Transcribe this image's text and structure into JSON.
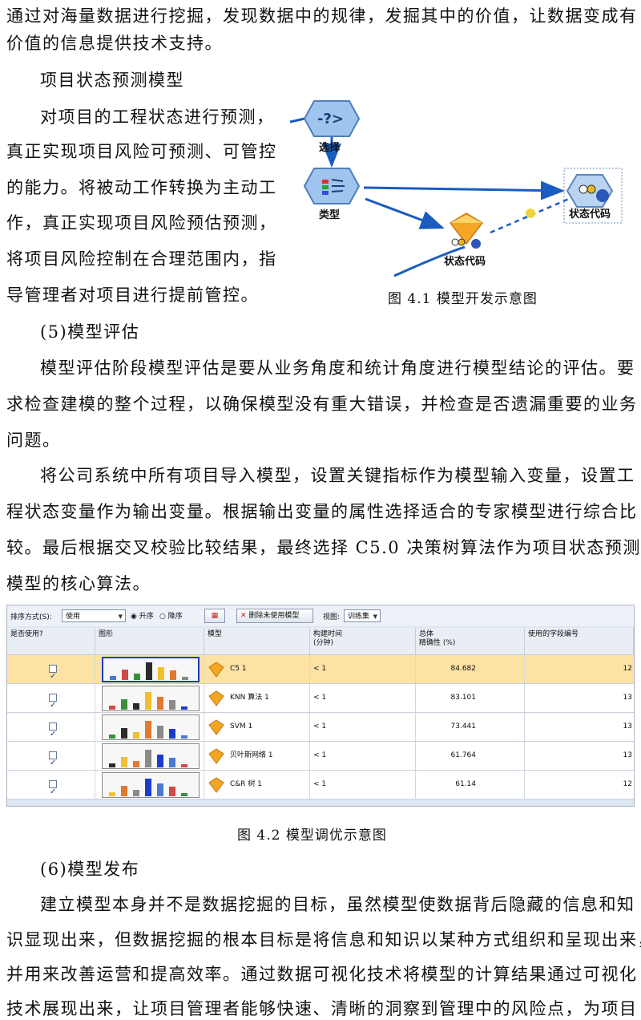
{
  "paragraphs": {
    "p1a": "通过对海量数据进行挖掘，发现数据中的规律，发掘其中的价值，让数据变成有",
    "p1b": "价值的信息提供技术支持。",
    "h_model": "项目状态预测模型",
    "p2a": "对项目的工程状态进行预测，",
    "p2b": "真正实现项目风险可预测、可管控",
    "p2c": "的能力。将被动工作转换为主动工",
    "p2d": "作，真正实现项目风险预估预测，",
    "p2e": "将项目风险控制在合理范围内，指",
    "p2f": "导管理者对项目进行提前管控。",
    "h5": "(5)模型评估",
    "p3a": "模型评估阶段模型评估是要从业务角度和统计角度进行模型结论的评估。要",
    "p3b": "求检查建模的整个过程，以确保模型没有重大错误，并检查是否遗漏重要的业务",
    "p3c": "问题。",
    "p4a": "将公司系统中所有项目导入模型，设置关键指标作为模型输入变量，设置工",
    "p4b": "程状态变量作为输出变量。根据输出变量的属性选择适合的专家模型进行综合比",
    "p4c": "较。最后根据交叉校验比较结果，最终选择 C5.0 决策树算法作为项目状态预测",
    "p4d": "模型的核心算法。",
    "h6": "(6)模型发布",
    "p5a": "建立模型本身并不是数据挖掘的目标，虽然模型使数据背后隐藏的信息和知",
    "p5b": "识显现出来，但数据挖掘的根本目标是将信息和知识以某种方式组织和呈现出来，",
    "p5c": "并用来改善运营和提高效率。通过数据可视化技术将模型的计算结果通过可视化",
    "p5d": "技术展现出来，让项目管理者能够快速、清晰的洞察到管理中的风险点，为项目"
  },
  "figure1": {
    "caption": "图 4.1  模型开发示意图",
    "nodes": {
      "select": "选择",
      "type": "类型",
      "state_code_model": "状态代码",
      "state_code_nugget": "状态代码"
    }
  },
  "figure2": {
    "caption": "图 4.2  模型调优示意图",
    "toolbar": {
      "sort_label": "排序方式(S):",
      "sort_value": "使用",
      "asc": "升序",
      "desc": "降序",
      "delete_btn": "删除未使用模型",
      "view_label": "视图:",
      "view_value": "训练集"
    },
    "headers": [
      "是否使用?",
      "图形",
      "模型",
      "构建时间\n(分钟)",
      "总体\n精确性 (%)",
      "使用的字段编号"
    ],
    "rows": [
      {
        "model": "C5 1",
        "time": "< 1",
        "accuracy": "84.682",
        "fields": "12"
      },
      {
        "model": "KNN 算法 1",
        "time": "< 1",
        "accuracy": "83.101",
        "fields": "13"
      },
      {
        "model": "SVM 1",
        "time": "< 1",
        "accuracy": "73.441",
        "fields": "13"
      },
      {
        "model": "贝叶斯网络 1",
        "time": "< 1",
        "accuracy": "61.764",
        "fields": "13"
      },
      {
        "model": "C&R 树 1",
        "time": "< 1",
        "accuracy": "61.14",
        "fields": "12"
      }
    ]
  },
  "colors": {
    "link": "#1a5cc0",
    "highlight": "#fce3a4",
    "thumb_border_selected": "#1c3cc8"
  }
}
